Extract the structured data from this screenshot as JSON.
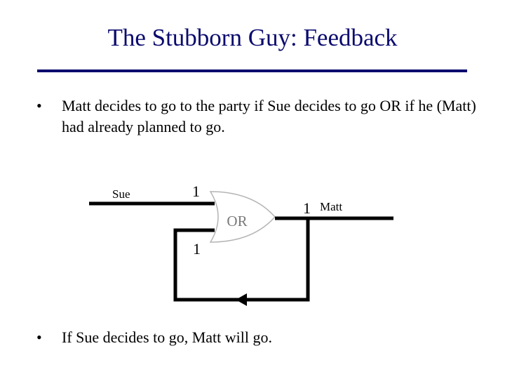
{
  "slide": {
    "title": "The Stubborn Guy: Feedback"
  },
  "bullets": [
    "Matt decides to go to the party if Sue decides to go OR if he (Matt) had already planned to go.",
    "If Sue decides to go, Matt will go."
  ],
  "bullet_marker": "•",
  "diagram": {
    "input_sue_label": "Sue",
    "input_sue_value": "1",
    "gate_label": "OR",
    "feedback_value": "1",
    "output_value": "1",
    "output_matt_label": "Matt"
  }
}
